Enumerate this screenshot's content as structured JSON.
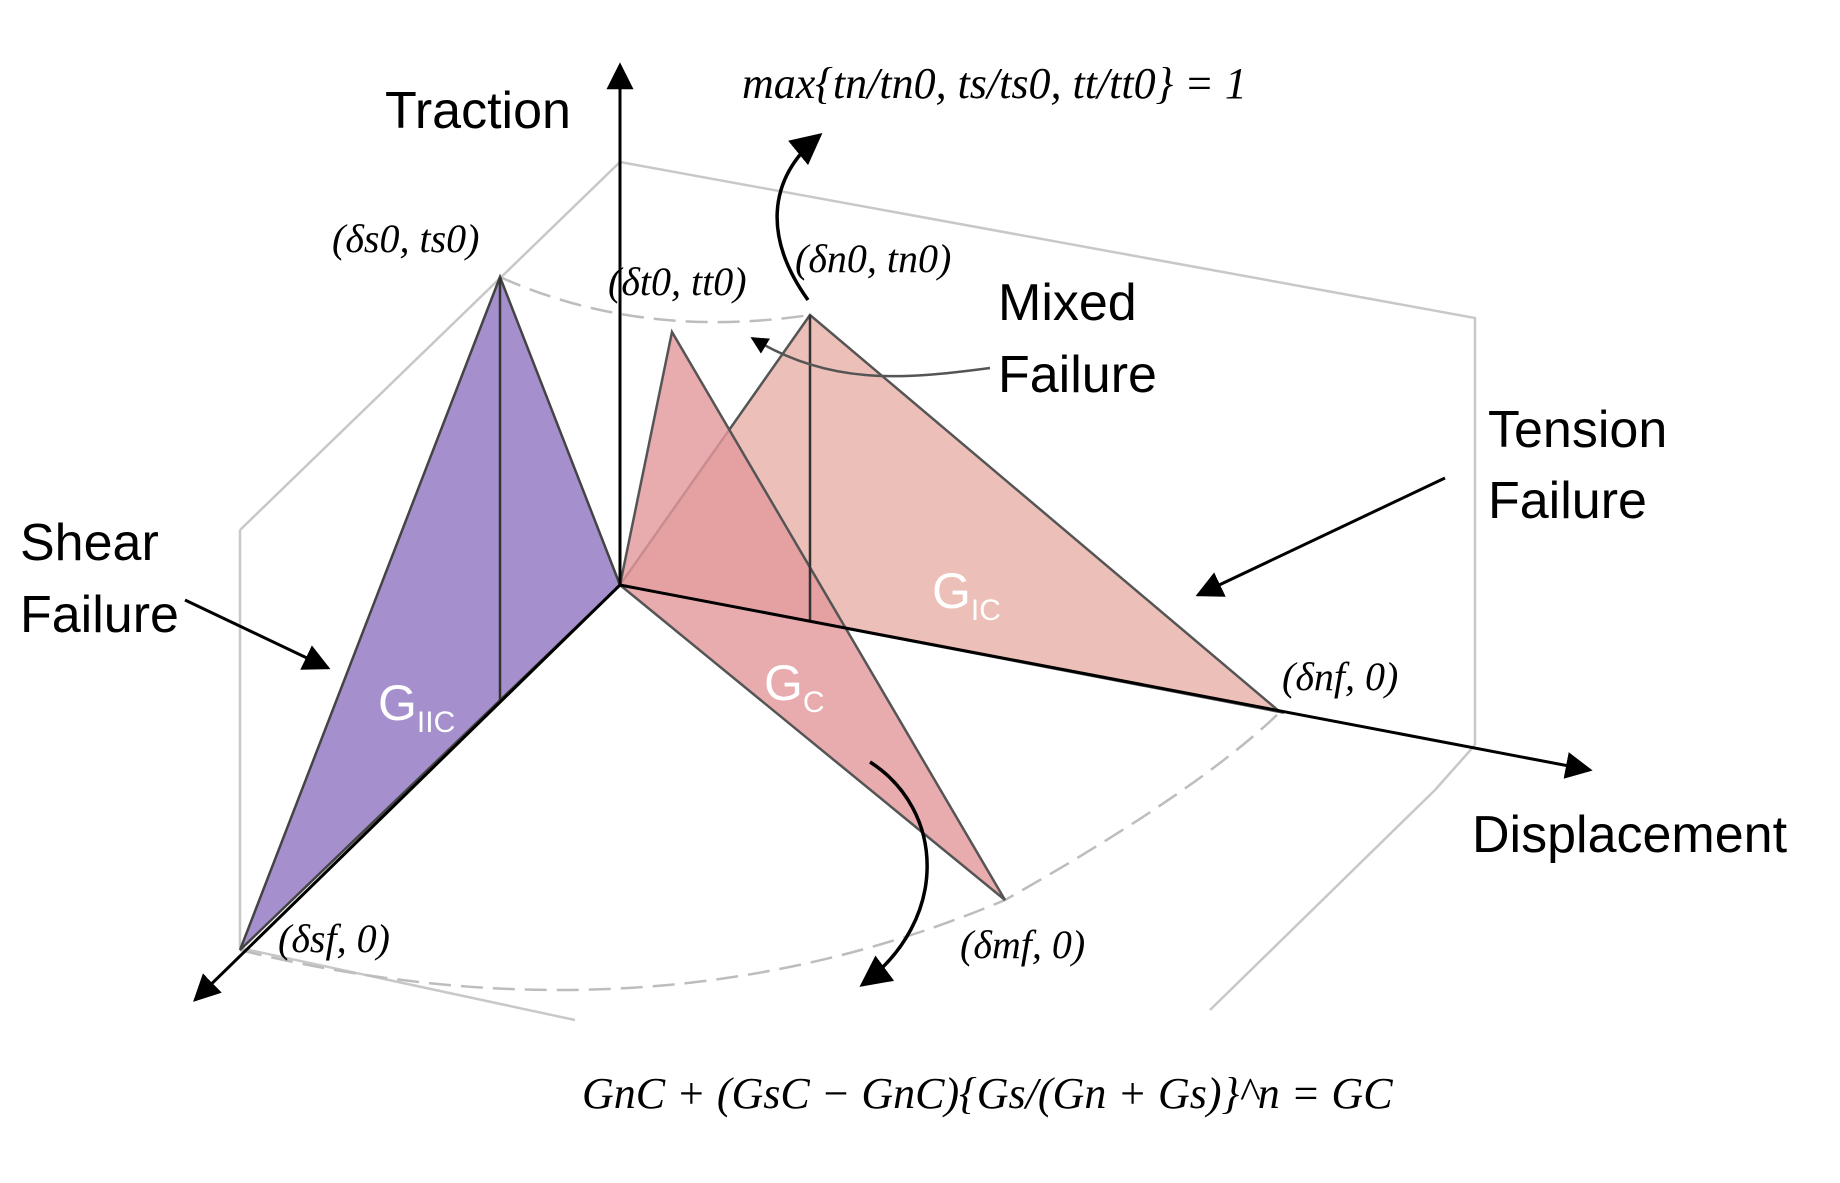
{
  "axes": {
    "vertical_label": "Traction",
    "horizontal_label": "Displacement"
  },
  "labels": {
    "shear_line1": "Shear",
    "shear_line2": "Failure",
    "mixed_line1": "Mixed",
    "mixed_line2": "Failure",
    "tension_line1": "Tension",
    "tension_line2": "Failure"
  },
  "regions": {
    "shear": {
      "main": "G",
      "sub": "IIC",
      "color": "#a58fcc"
    },
    "mixed": {
      "main": "G",
      "sub": "C",
      "color": "#e39a9d"
    },
    "tension": {
      "main": "G",
      "sub": "IC",
      "color": "#e8b2a8"
    }
  },
  "points": {
    "shear_peak": "(δs0, ts0)",
    "tangential_peak": "(δt0, tt0)",
    "normal_peak": "(δn0, tn0)",
    "normal_final": "(δnf, 0)",
    "shear_final": "(δsf, 0)",
    "mixed_final": "(δmf, 0)"
  },
  "equations": {
    "initiation": "max{tn/tn0, ts/ts0, tt/tt0} = 1",
    "propagation": "GnC + (GsC − GnC){Gs/(Gn + Gs)}^n = GC"
  },
  "colors": {
    "frame": "#c8c8c8",
    "dashed_arc": "#c0c0c0",
    "axis": "#000000"
  }
}
